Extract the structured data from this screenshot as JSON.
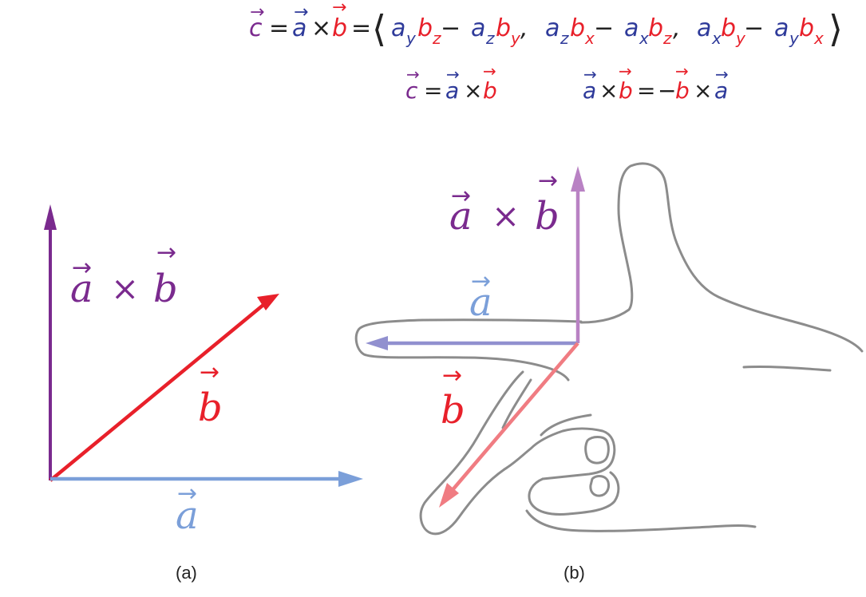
{
  "colors": {
    "purple": "#7a2a8e",
    "purple_light": "#b982c4",
    "blue": "#2e3a9a",
    "blue_light": "#7b9fd9",
    "blue_arrow_b": "#9190cf",
    "red": "#e8202a",
    "red_light": "#f07c82",
    "hand_stroke": "#8c8c8c",
    "black": "#222222"
  },
  "formula_main": {
    "c": "c",
    "eq": "=",
    "a": "a",
    "times": "×",
    "b": "b",
    "open": "⟨",
    "close": "⟩",
    "comp1": [
      "a",
      "y",
      "b",
      "z",
      " −",
      "a",
      "z",
      "b",
      "y"
    ],
    "comp2": [
      "a",
      "z",
      "b",
      "x",
      " −",
      "a",
      "x",
      "b",
      "z"
    ],
    "comp3": [
      "a",
      "x",
      "b",
      "y",
      " −",
      "a",
      "y",
      "b",
      "x"
    ],
    "comma": ","
  },
  "formula_left": {
    "c": "c",
    "eq": "=",
    "a": "a",
    "times": "×",
    "b": "b"
  },
  "formula_right": {
    "a": "a",
    "times1": "×",
    "b": "b",
    "eq": "=",
    "minus": "−",
    "b2": "b",
    "times2": "×",
    "a2": "a"
  },
  "panel_a": {
    "label_axb_a": "a",
    "label_axb_times": "×",
    "label_axb_b": "b",
    "label_b": "b",
    "label_a": "a",
    "caption": "(a)"
  },
  "panel_b": {
    "label_axb_a": "a",
    "label_axb_times": "×",
    "label_axb_b": "b",
    "label_a": "a",
    "label_b": "b",
    "caption": "(b)"
  }
}
